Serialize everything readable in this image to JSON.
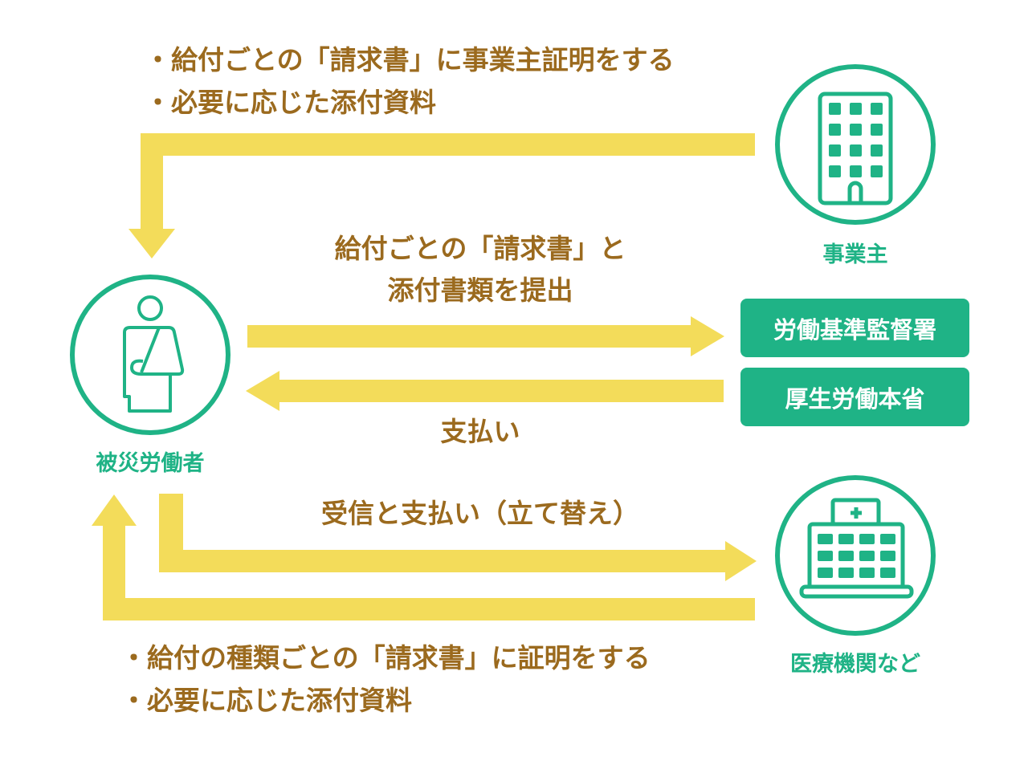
{
  "colors": {
    "arrow": "#f3dc5a",
    "green": "#1fb386",
    "text": "#9b6a1e"
  },
  "top_notes": [
    "・給付ごとの「請求書」に事業主証明をする",
    "・必要に応じた添付資料"
  ],
  "middle_notes": [
    "給付ごとの「請求書」と",
    "添付書類を提出"
  ],
  "payment_label": "支払い",
  "hospital_flow_label": "受信と支払い（立て替え）",
  "bottom_notes": [
    "・給付の種類ごとの「請求書」に証明をする",
    "・必要に応じた添付資料"
  ],
  "actors": {
    "employer": "事業主",
    "worker": "被災労働者",
    "medical": "医療機関など"
  },
  "offices": [
    "労働基準監督署",
    "厚生労働本省"
  ],
  "icons": {
    "employer": "building-icon",
    "worker": "injured-person-icon",
    "medical": "hospital-icon"
  }
}
